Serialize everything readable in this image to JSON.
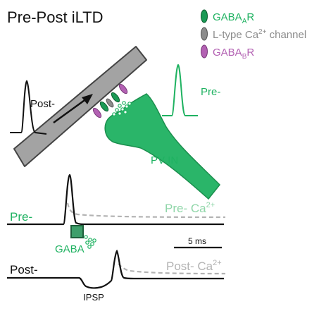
{
  "title": "Pre-Post iLTD",
  "legend": {
    "items": [
      {
        "base": "GABA",
        "sub": "A",
        "tail": "R",
        "color": "#1fb261"
      },
      {
        "base": "L-type Ca",
        "sup": "2+",
        "tail": " channel",
        "color": "#8c8c8c"
      },
      {
        "base": "GABA",
        "sub": "B",
        "tail": "R",
        "color": "#b361b3"
      }
    ]
  },
  "cells": {
    "post_label": "Post-",
    "pre_label": "Pre-",
    "interneuron_label": "PV IN"
  },
  "traces": {
    "pre_label": "Pre-",
    "pre_ca_label": "Pre- Ca",
    "pre_ca_sup": "2+",
    "gaba_label": "GABA",
    "scale_label": "5 ms",
    "post_label": "Post-",
    "post_ca_label": "Post- Ca",
    "post_ca_sup": "2+",
    "ipsp_label": "IPSP"
  },
  "colors": {
    "green": "#1fb261",
    "light_green": "#8fd6a8",
    "axon_gray": "#a3a3a3",
    "dark": "#111111",
    "purple": "#b361b3",
    "dashed_gray": "#b3b3b3",
    "gaba_box": "#3d9f6a"
  }
}
